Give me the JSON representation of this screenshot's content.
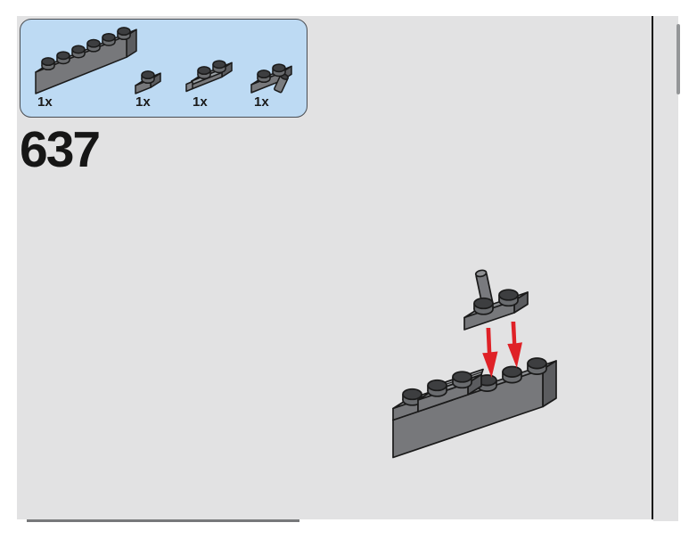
{
  "step_number": "637",
  "parts_callout": {
    "parts": [
      {
        "label": "1x",
        "name": "brick-1x6-dark-gray"
      },
      {
        "label": "1x",
        "name": "plate-1x1-dark-gray"
      },
      {
        "label": "1x",
        "name": "plate-1x2-door-rail-dark-gray"
      },
      {
        "label": "1x",
        "name": "plate-1x2-with-bar-dark-gray"
      }
    ]
  },
  "assembly": {
    "piece_placed": "plate-1x2-with-bar",
    "target": "brick-1x6-with-plates",
    "arrow_count": 2
  },
  "colors": {
    "page_bg": "#e2e2e3",
    "callout_bg": "#bddaf3",
    "callout_border": "#4a4d52",
    "arrow_red": "#df2127",
    "piece_top": "#8b8d90",
    "piece_front": "#77787b",
    "piece_side": "#5b5c5f",
    "stud_top": "#3d3e40",
    "outline": "#1a1a1a",
    "divider": "#141414"
  }
}
